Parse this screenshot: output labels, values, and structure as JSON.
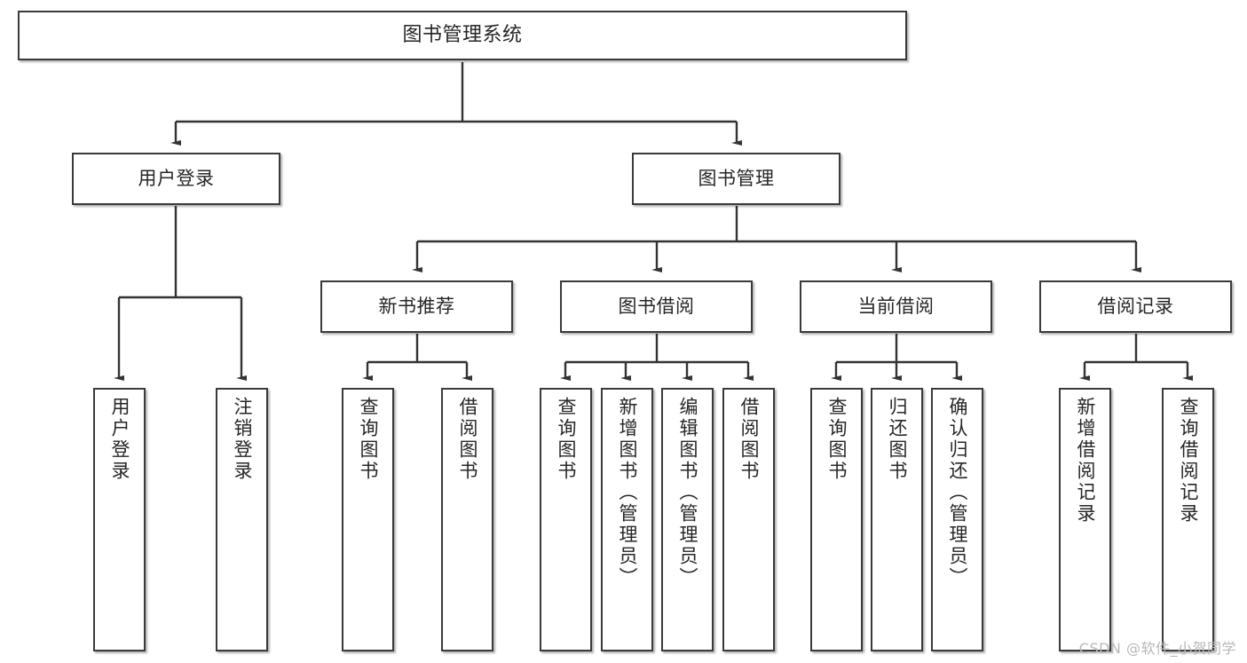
{
  "diagram": {
    "title": "图书管理系统",
    "watermark": "CSDN @软件_小贺同学",
    "colors": {
      "box_border": "#3a3a3a",
      "box_fill": "#ffffff",
      "edge": "#333333",
      "text": "#262626",
      "watermark": "#b8b8b8"
    },
    "levels": {
      "root": {
        "label": "图书管理系统"
      },
      "modules": [
        {
          "label": "用户登录"
        },
        {
          "label": "图书管理"
        }
      ],
      "submodules": [
        {
          "label": "新书推荐"
        },
        {
          "label": "图书借阅"
        },
        {
          "label": "当前借阅"
        },
        {
          "label": "借阅记录"
        }
      ],
      "leaves": {
        "user_login": [
          {
            "label": "用户登录"
          },
          {
            "label": "注销登录"
          }
        ],
        "new_book": [
          {
            "label": "查询图书"
          },
          {
            "label": "借阅图书"
          }
        ],
        "book_borrow": [
          {
            "label": "查询图书"
          },
          {
            "label": "新增图书（管理员）"
          },
          {
            "label": "编辑图书（管理员）"
          },
          {
            "label": "借阅图书"
          }
        ],
        "current_borrow": [
          {
            "label": "查询图书"
          },
          {
            "label": "归还图书"
          },
          {
            "label": "确认归还（管理员）"
          }
        ],
        "borrow_record": [
          {
            "label": "新增借阅记录"
          },
          {
            "label": "查询借阅记录"
          }
        ]
      }
    }
  }
}
